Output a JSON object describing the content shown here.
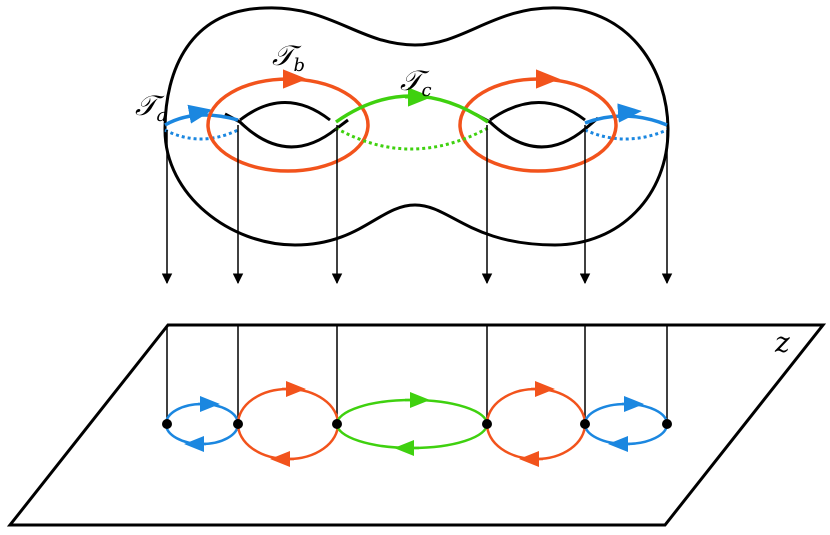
{
  "labels": {
    "ta": "𝒯",
    "ta_sub": "a",
    "tb": "𝒯",
    "tb_sub": "b",
    "tc": "𝒯",
    "tc_sub": "c",
    "plane": "z"
  },
  "colors": {
    "surface": "#000000",
    "cycle_a": "#1b87e0",
    "cycle_b": "#f2531c",
    "cycle_c": "#3fd10f",
    "projection": "#000000",
    "plane": "#000000",
    "branch_point": "#000000"
  }
}
